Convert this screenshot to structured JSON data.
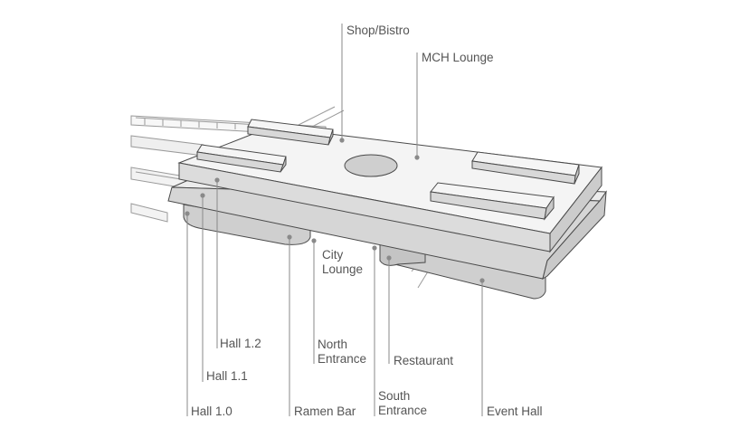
{
  "diagram": {
    "labels": {
      "shop_bistro": [
        "Shop/Bistro"
      ],
      "mch_lounge": [
        "MCH Lounge"
      ],
      "city_lounge": [
        "City",
        "Lounge"
      ],
      "hall_1_2": [
        "Hall 1.2"
      ],
      "hall_1_1": [
        "Hall 1.1"
      ],
      "hall_1_0": [
        "Hall 1.0"
      ],
      "north_entrance": [
        "North",
        "Entrance"
      ],
      "restaurant": [
        "Restaurant"
      ],
      "ramen_bar": [
        "Ramen Bar"
      ],
      "south_entrance": [
        "South",
        "Entrance"
      ],
      "event_hall": [
        "Event Hall"
      ]
    },
    "colors": {
      "line": "#8a8a8a",
      "outline": "#4a4a4a",
      "slab_top": "#f4f4f4",
      "slab_side": "#d9d9d9",
      "slab_dark": "#c6c6c6",
      "label": "#555555"
    }
  }
}
